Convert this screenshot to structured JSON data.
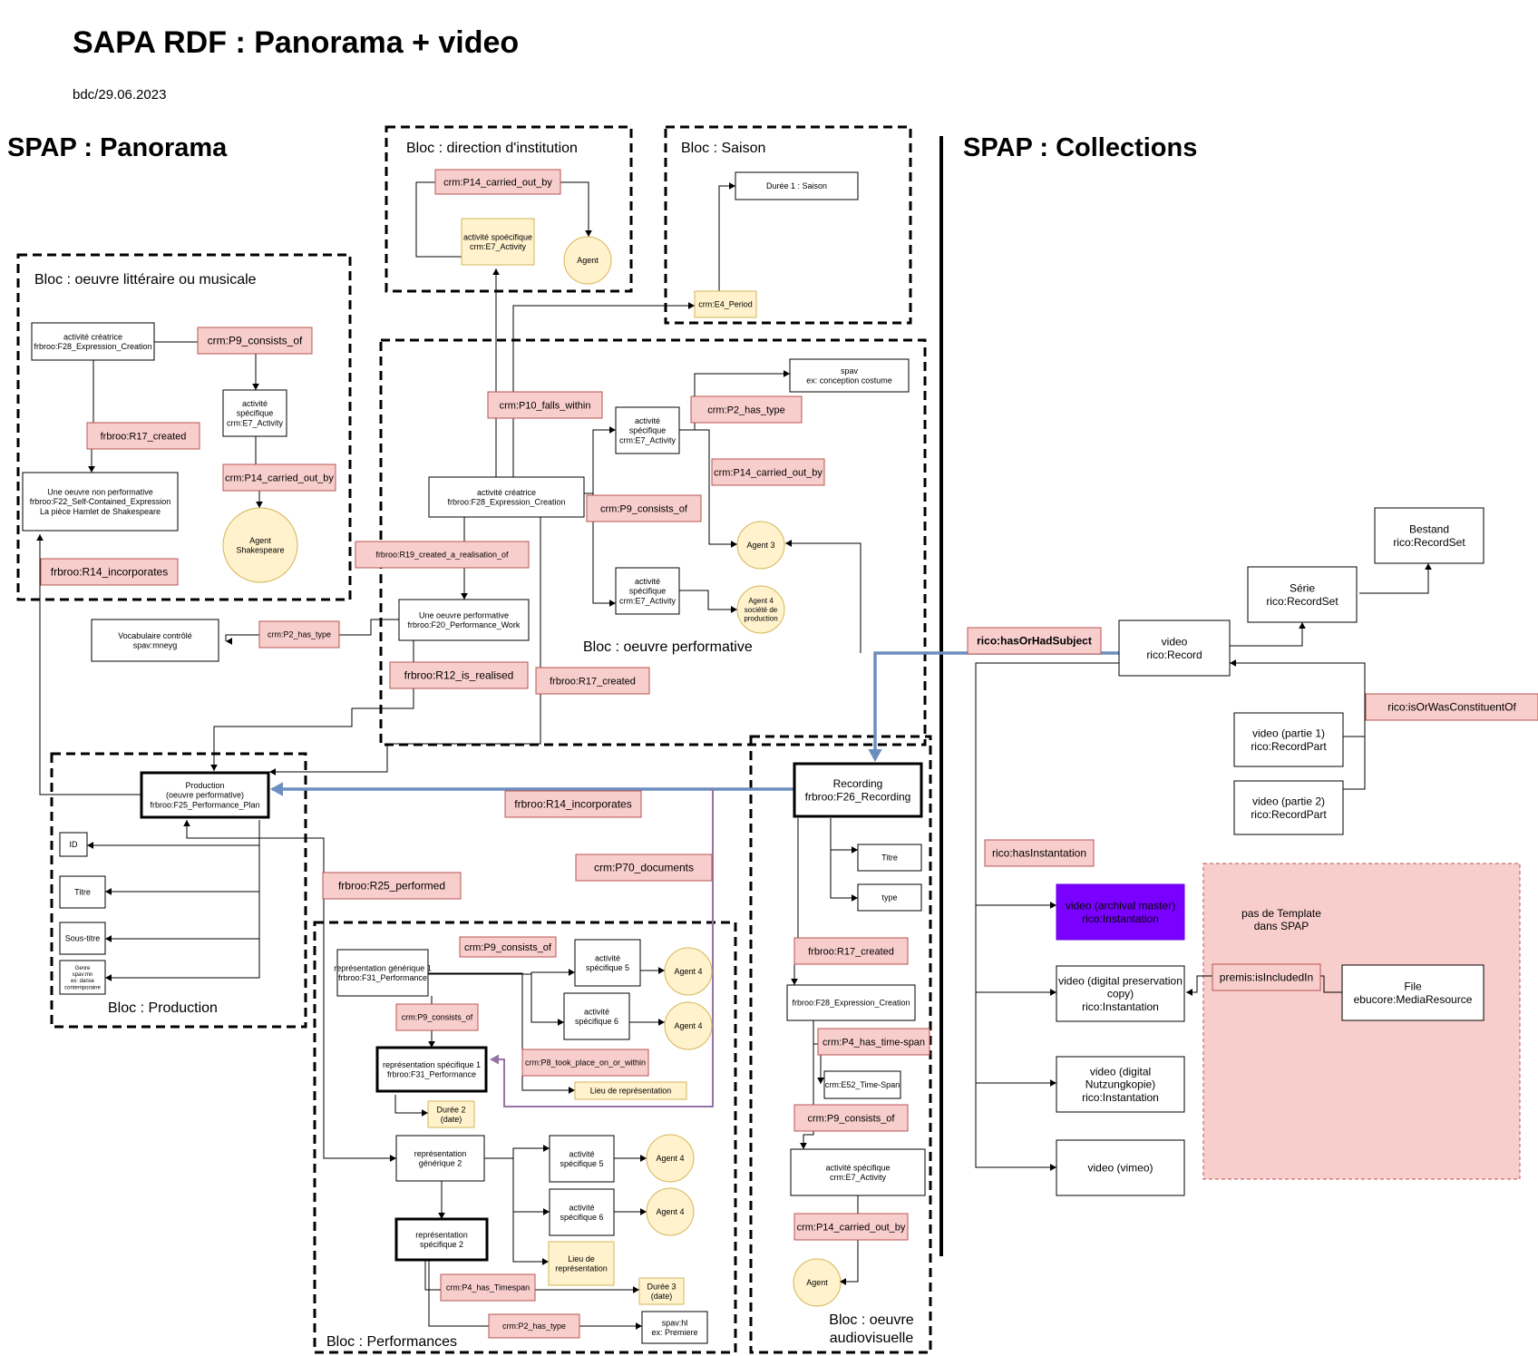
{
  "header": {
    "title": "SAPA RDF : Panorama + video",
    "subtitle": "bdc/29.06.2023"
  },
  "sections": {
    "panorama": "SPAP : Panorama",
    "collections": "SPAP : Collections"
  },
  "blocs": {
    "litteraire": "Bloc : oeuvre littéraire ou musicale",
    "direction": "Bloc : direction d'institution",
    "saison": "Bloc : Saison",
    "performative": "Bloc : oeuvre performative",
    "production": "Bloc : Production",
    "performances": "Bloc : Performances",
    "audiovisuelle": [
      "Bloc : oeuvre",
      "audiovisuelle"
    ]
  },
  "pink_note": [
    "pas de Template",
    "dans SPAP"
  ],
  "nodes": {
    "dir_carried": [
      "crm:P14_carried_out_by"
    ],
    "dir_activity": [
      "activité spoécifique",
      "crm:E7_Activity"
    ],
    "dir_agent": [
      "Agent"
    ],
    "saison_duree": [
      "Durée 1 : Saison"
    ],
    "saison_period": [
      "crm:E4_Period"
    ],
    "lit_activite": [
      "activité créatrice",
      "frbroo:F28_Expression_Creation"
    ],
    "lit_consists": [
      "crm:P9_consists_of"
    ],
    "lit_activity": [
      "activité",
      "spécifique",
      "crm:E7_Activity"
    ],
    "lit_created": [
      "frbroo:R17_created"
    ],
    "lit_oeuvre": [
      "Une oeuvre non performative",
      "frbroo:F22_Self-Contained_Expression",
      "La pièce Hamlet de Shakespeare"
    ],
    "lit_carried": [
      "crm:P14_carried_out_by"
    ],
    "lit_agent": [
      "Agent",
      "Shakespeare"
    ],
    "lit_incorporates": [
      "frbroo:R14_incorporates"
    ],
    "perf_falls": [
      "crm:P10_falls_within"
    ],
    "perf_costume": [
      "spav",
      "ex: conception costume"
    ],
    "perf_activity1": [
      "activité",
      "spécifique",
      "crm:E7_Activity"
    ],
    "perf_has_type": [
      "crm:P2_has_type"
    ],
    "perf_carried": [
      "crm:P14_carried_out_by"
    ],
    "perf_creatrice": [
      "activité créatrice",
      "frbroo:F28_Expression_Creation"
    ],
    "perf_consists": [
      "crm:P9_consists_of"
    ],
    "perf_agent3": [
      "Agent 3"
    ],
    "perf_r19": [
      "frbroo:R19_created_a_realisation_of"
    ],
    "perf_activity2": [
      "activité",
      "spécifique",
      "crm:E7_Activity"
    ],
    "perf_agent4": [
      "Agent 4",
      "société de",
      "production"
    ],
    "perf_oeuvre": [
      "Une oeuvre performative",
      "frbroo:F20_Performance_Work"
    ],
    "vocab": [
      "Vocabulaire contrôlé",
      "spav:mneyg"
    ],
    "perf_p2": [
      "crm:P2_has_type"
    ],
    "perf_r12": [
      "frbroo:R12_is_realised"
    ],
    "perf_r17": [
      "frbroo:R17_created"
    ],
    "production": [
      "Production",
      "(oeuvre performative)",
      "frbroo:F25_Performance_Plan"
    ],
    "prod_id": [
      "ID"
    ],
    "prod_titre": [
      "Titre"
    ],
    "prod_soustitre": [
      "Sous-titre"
    ],
    "prod_genre": [
      "Genre",
      "spav:mn",
      "ex: danse",
      "contemporaine"
    ],
    "r14_main": [
      "frbroo:R14_incorporates"
    ],
    "p70": [
      "crm:P70_documents"
    ],
    "r25": [
      "frbroo:R25_performed"
    ],
    "pf_generique1": [
      "représentation générique 1",
      "frbroo:F31_Performance"
    ],
    "pf_consists1": [
      "crm:P9_consists_of"
    ],
    "pf_act5": [
      "activité",
      "spécifique 5"
    ],
    "pf_agent4a": [
      "Agent 4"
    ],
    "pf_consists2": [
      "crm:P9_consists_of"
    ],
    "pf_act6": [
      "activité",
      "spécifique 6"
    ],
    "pf_agent4b": [
      "Agent 4"
    ],
    "pf_specifique1": [
      "représentation spécifique 1",
      "frbroo:F31_Performance"
    ],
    "pf_p8": [
      "crm:P8_took_place_on_or_within"
    ],
    "pf_lieu1": [
      "Lieu de représentation"
    ],
    "pf_duree2": [
      "Durée 2",
      "(date)"
    ],
    "pf_generique2": [
      "représentation",
      "générique 2"
    ],
    "pf_act5b": [
      "activité",
      "spécifique 5"
    ],
    "pf_agent4c": [
      "Agent 4"
    ],
    "pf_act6b": [
      "activité",
      "spécifique 6"
    ],
    "pf_agent4d": [
      "Agent 4"
    ],
    "pf_specifique2": [
      "représentation",
      "spécifique 2"
    ],
    "pf_lieu2": [
      "Lieu de",
      "représentation"
    ],
    "pf_p4": [
      "crm:P4_has_Timespan"
    ],
    "pf_duree3": [
      "Durée 3",
      "(date)"
    ],
    "pf_p2": [
      "crm:P2_has_type"
    ],
    "pf_premiere": [
      "spav:hl",
      "ex: Premiere"
    ],
    "recording": [
      "Recording",
      "frbroo:F26_Recording"
    ],
    "av_titre": [
      "Titre"
    ],
    "av_type": [
      "type"
    ],
    "av_r17": [
      "frbroo:R17_created"
    ],
    "av_creation": [
      "frbroo:F28_Expression_Creation"
    ],
    "av_p4": [
      "crm:P4_has_time-span"
    ],
    "av_timespan": [
      "crm:E52_Time-Span"
    ],
    "av_p9": [
      "crm:P9_consists_of"
    ],
    "av_activity": [
      "activité spécifique",
      "crm:E7_Activity"
    ],
    "av_p14": [
      "crm:P14_carried_out_by"
    ],
    "av_agent": [
      "Agent"
    ],
    "bestand": [
      "Bestand",
      "rico:RecordSet"
    ],
    "serie": [
      "Série",
      "rico:RecordSet"
    ],
    "subject": [
      "rico:hasOrHadSubject"
    ],
    "video_record": [
      "video",
      "rico:Record"
    ],
    "constituent": [
      "rico:isOrWasConstituentOf"
    ],
    "partie1": [
      "video (partie 1)",
      "rico:RecordPart"
    ],
    "partie2": [
      "video (partie 2)",
      "rico:RecordPart"
    ],
    "instantiation": [
      "rico:hasInstantation"
    ],
    "archival": [
      "video (archival master)",
      "rico:Instantation"
    ],
    "preservation": [
      "video (digital preservation",
      "copy)",
      "rico:Instantation"
    ],
    "included": [
      "premis:isIncludedIn"
    ],
    "file": [
      "File",
      "ebucore:MediaResource"
    ],
    "nutzung": [
      "video (digital",
      "Nutzungkopie)",
      "rico:Instantation"
    ],
    "vimeo": [
      "video (vimeo)"
    ]
  },
  "colors": {
    "label_fill": "#f8cecc",
    "label_stroke": "#b85450",
    "entity_fill": "#fff2cc",
    "entity_stroke": "#d6b656",
    "blue_edge": "#6c8ebf",
    "violet_edge": "#9673a6",
    "instantiation_fill": "#7a00ff"
  }
}
